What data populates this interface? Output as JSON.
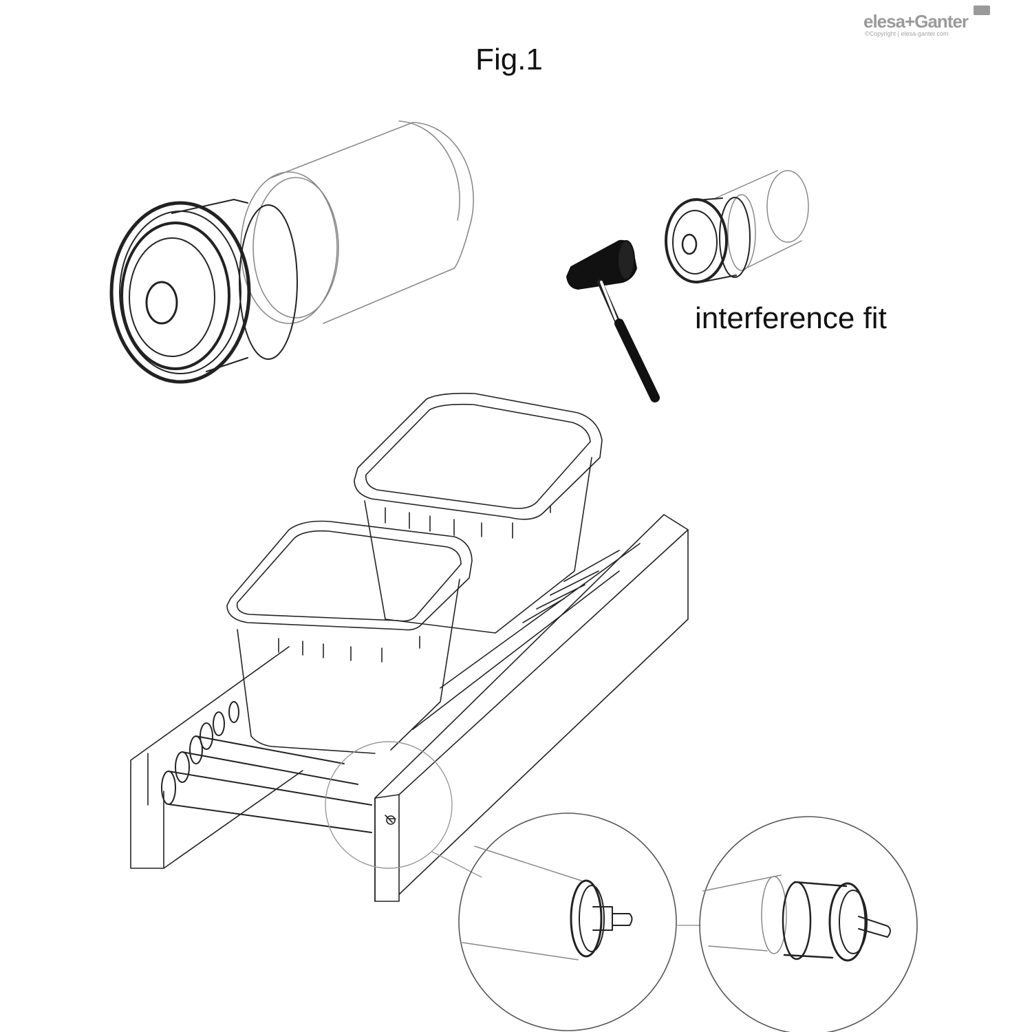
{
  "figure": {
    "title": "Fig.1"
  },
  "callout": {
    "label": "interference fit"
  },
  "brand": {
    "name": "elesa+Ganter",
    "copyright": "©Copyright | elesa-ganter.com"
  }
}
